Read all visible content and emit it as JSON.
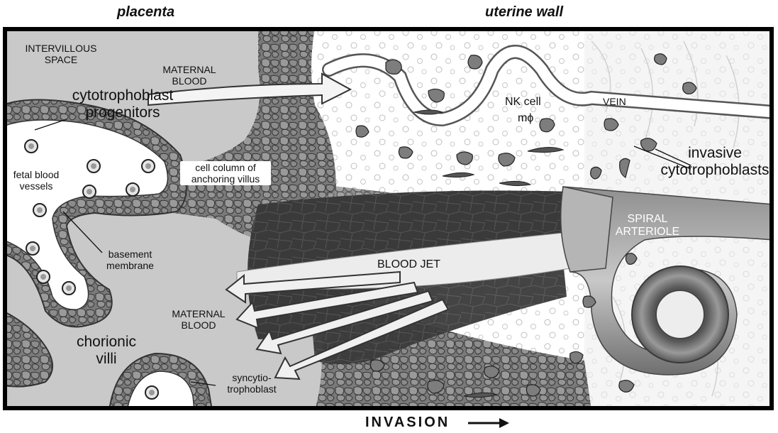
{
  "headings": {
    "left": "placenta",
    "right": "uterine wall"
  },
  "labels": {
    "intervillous_space": [
      "INTERVILLOUS",
      "SPACE"
    ],
    "maternal_blood_top": [
      "MATERNAL",
      "BLOOD"
    ],
    "cytotrophoblast_progenitors": [
      "cytotrophoblast",
      "progenitors"
    ],
    "fetal_blood_vessels": [
      "fetal blood",
      "vessels"
    ],
    "cell_column": [
      "cell column of",
      "anchoring villus"
    ],
    "nk_cell": "NK cell",
    "macrophage": "mϕ",
    "vein": "VEIN",
    "invasive_cytotrophoblasts": [
      "invasive",
      "cytotrophoblasts"
    ],
    "spiral_arteriole": [
      "SPIRAL",
      "ARTERIOLE"
    ],
    "basement_membrane": [
      "basement",
      "membrane"
    ],
    "blood_jet": "BLOOD JET",
    "maternal_blood_bottom": [
      "MATERNAL",
      "BLOOD"
    ],
    "chorionic_villi": [
      "chorionic",
      "villi"
    ],
    "syncytiotrophoblast": [
      "syncytio-",
      "trophoblast"
    ]
  },
  "footer": {
    "invasion": "INVASION"
  }
}
